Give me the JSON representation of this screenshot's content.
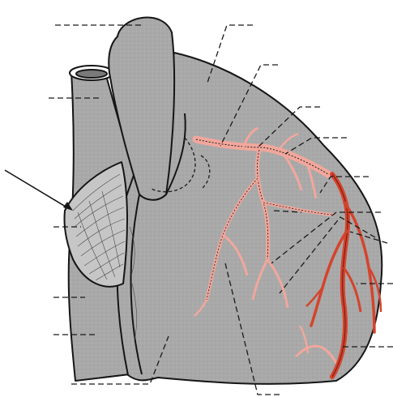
{
  "figure": {
    "type": "anatomical-line-drawing",
    "subject": "heart",
    "colors": {
      "background": "#ffffff",
      "tissue": "#a9a9a9",
      "tissue_light": "#b7b7b7",
      "outline": "#151515",
      "vessel_light": "#f2a79c",
      "vessel_dark": "#d5432c"
    },
    "label_text": [],
    "leader_line_count": 18,
    "pointer_arrow_count": 1
  }
}
